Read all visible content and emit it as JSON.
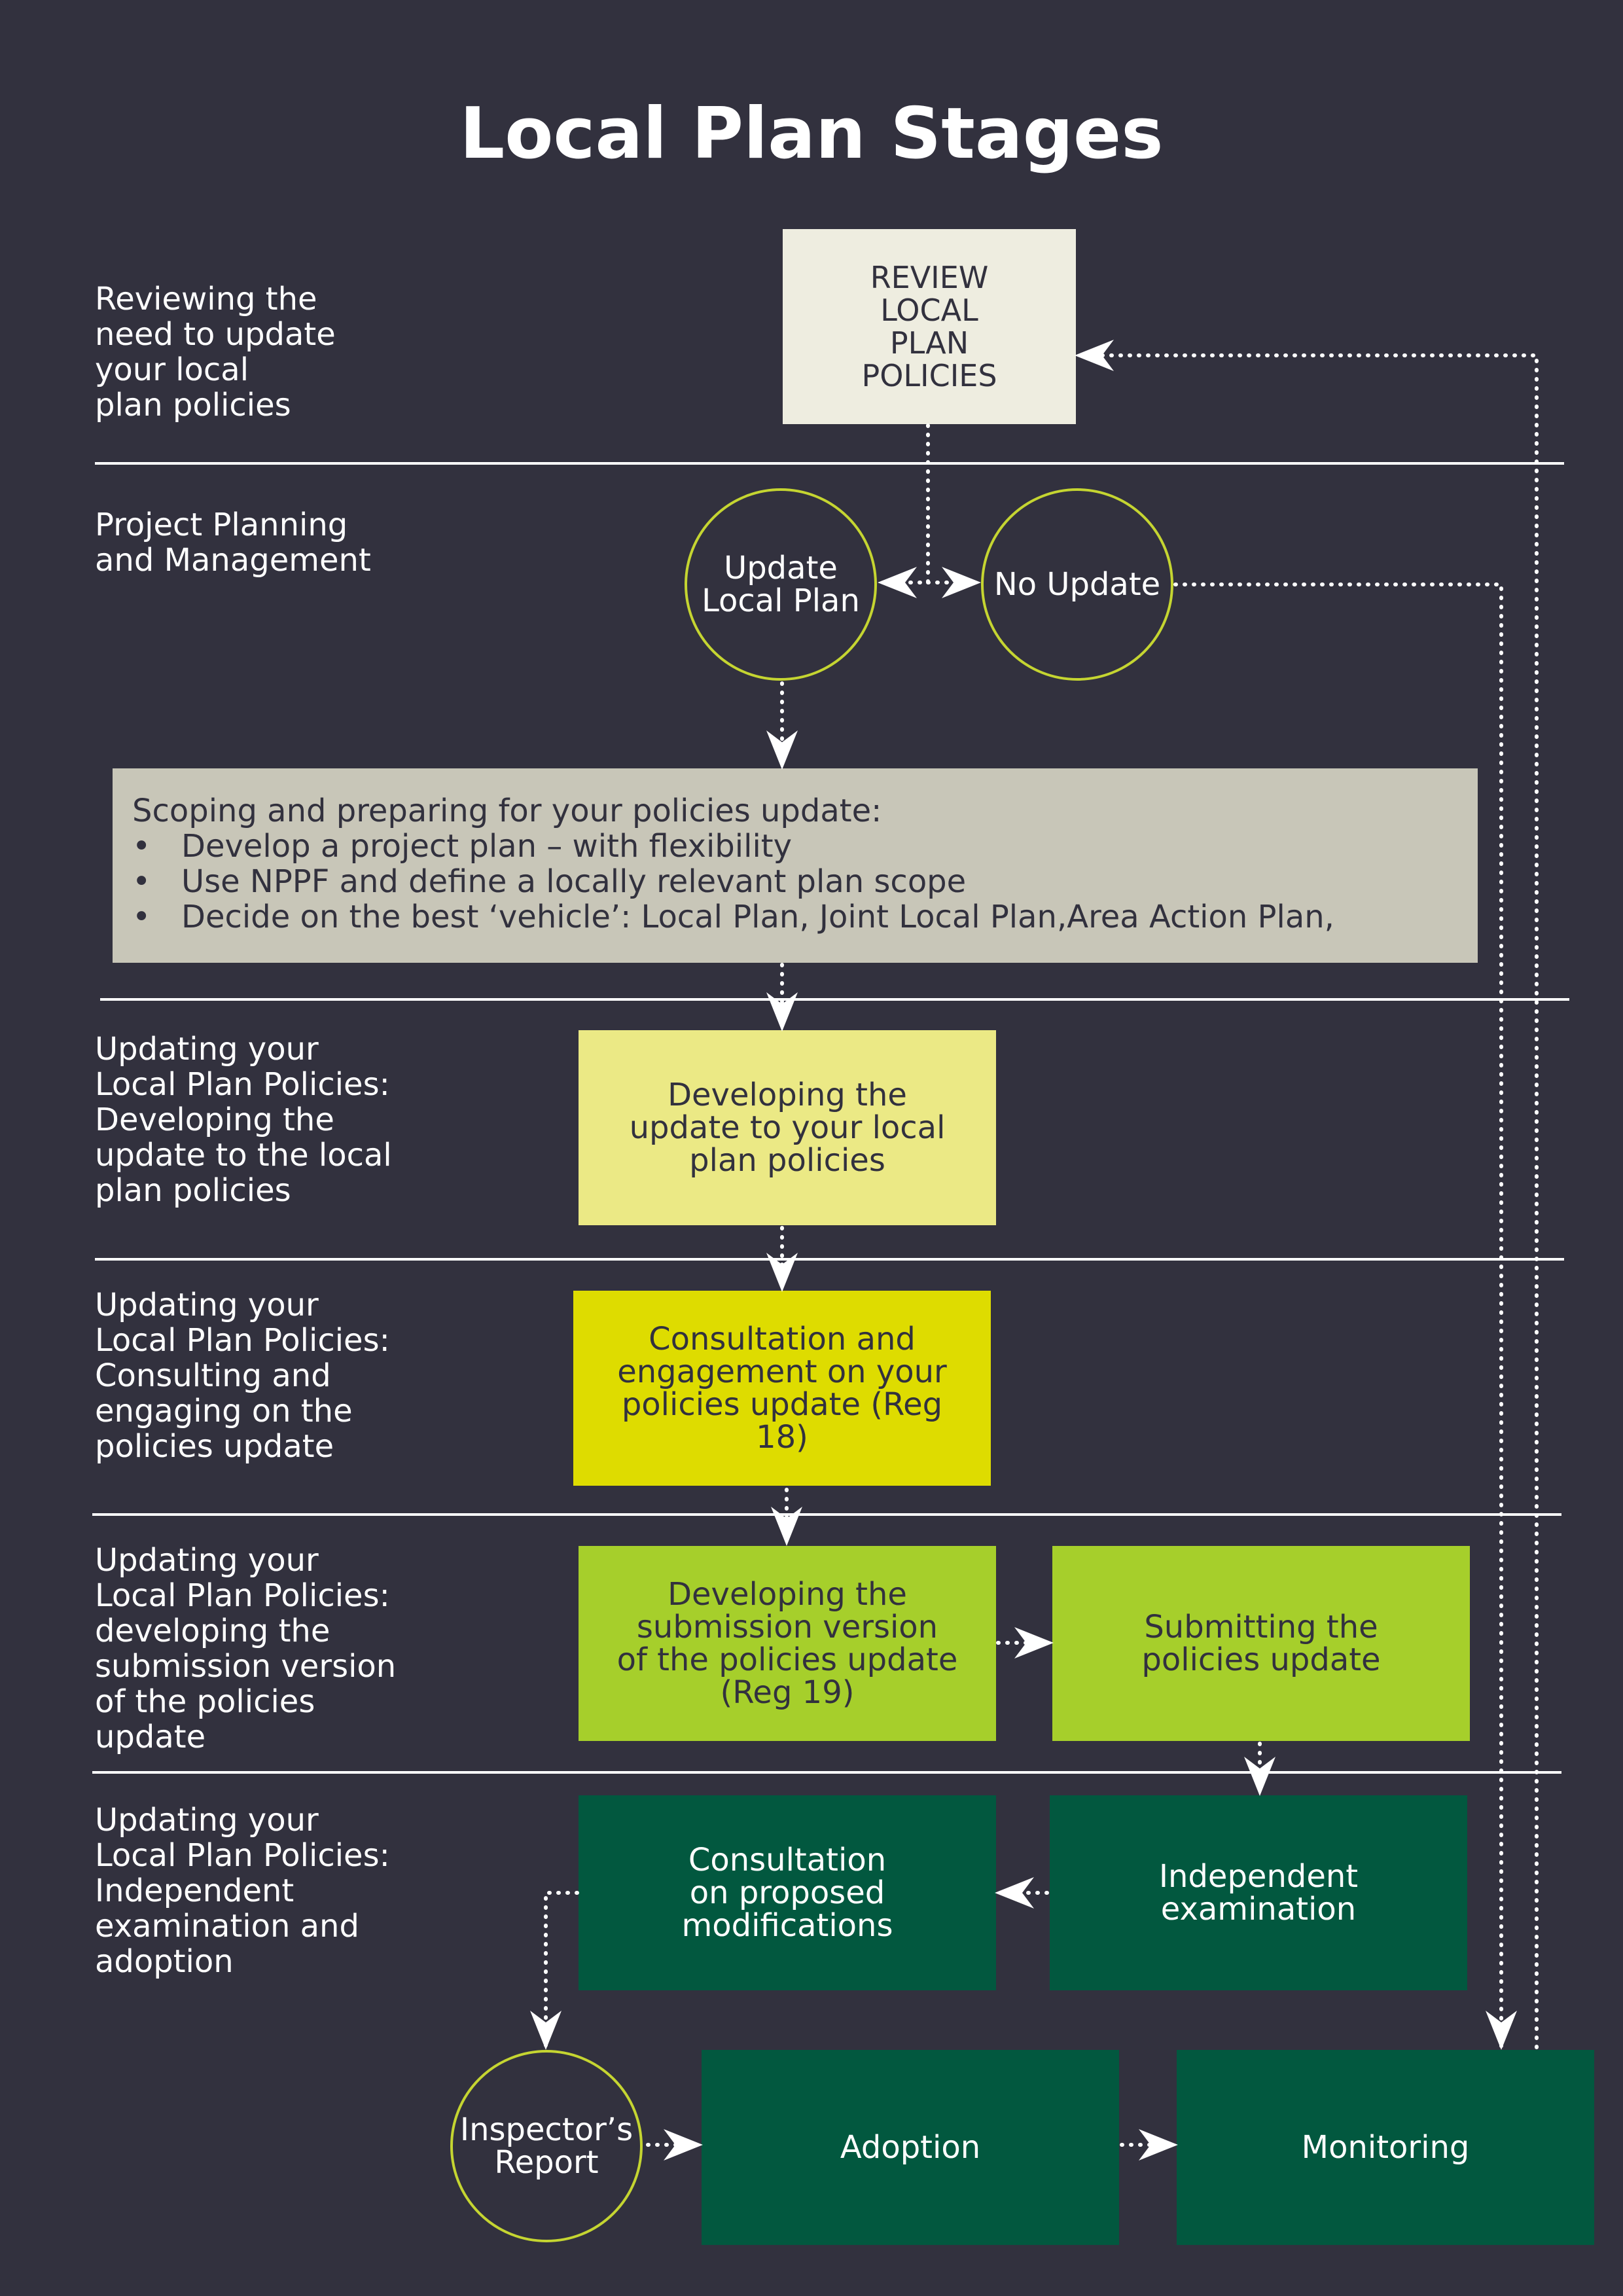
{
  "title": "Local Plan Stages",
  "colors": {
    "background": "#32313e",
    "review": "#eeede0",
    "scoping": "#c8c6b8",
    "developing": "#ebe985",
    "consultation_reg18": "#dedc00",
    "submission": "#a6cf2b",
    "examination": "#02583f",
    "circle_outline": "#c5d531"
  },
  "lanes": [
    "Reviewing the\nneed to update\nyour local\nplan policies",
    "Project Planning\nand Management",
    "Updating your\nLocal Plan Policies:\nDeveloping the\nupdate to the local\nplan policies",
    "Updating your\nLocal Plan Policies:\nConsulting and\nengaging on the\npolicies update",
    "Updating your\nLocal Plan Policies:\ndeveloping the\nsubmission version\nof the policies\nupdate",
    "Updating your\nLocal Plan Policies:\nIndependent\nexamination and\nadoption"
  ],
  "nodes": {
    "review": "REVIEW\nLOCAL\nPLAN\nPOLICIES",
    "update_local_plan": "Update\nLocal Plan",
    "no_update": "No Update",
    "scoping": {
      "heading": "Scoping and preparing for your policies update:",
      "bullets": [
        "Develop a project plan – with flexibility",
        "Use NPPF and define a locally relevant plan scope",
        "Decide on the best ‘vehicle’: Local Plan, Joint Local Plan,Area Action Plan,"
      ]
    },
    "developing_update": "Developing the\nupdate to your local\nplan policies",
    "consultation_reg18": "Consultation and\nengagement on your\npolicies update (Reg\n18)",
    "submission_version": "Developing the\nsubmission version\nof the policies update\n(Reg 19)",
    "submitting": "Submitting the\npolicies update",
    "independent_examination": "Independent\nexamination",
    "consultation_modifications": "Consultation\non proposed\nmodifications",
    "inspectors_report": "Inspector’s\nReport",
    "adoption": "Adoption",
    "monitoring": "Monitoring"
  },
  "edges": [
    [
      "review",
      "update_local_plan"
    ],
    [
      "review",
      "no_update"
    ],
    [
      "update_local_plan",
      "scoping"
    ],
    [
      "scoping",
      "developing_update"
    ],
    [
      "developing_update",
      "consultation_reg18"
    ],
    [
      "consultation_reg18",
      "submission_version"
    ],
    [
      "submission_version",
      "submitting"
    ],
    [
      "submitting",
      "independent_examination"
    ],
    [
      "independent_examination",
      "consultation_modifications"
    ],
    [
      "consultation_modifications",
      "inspectors_report"
    ],
    [
      "inspectors_report",
      "adoption"
    ],
    [
      "adoption",
      "monitoring"
    ],
    [
      "no_update",
      "monitoring"
    ],
    [
      "monitoring",
      "review"
    ]
  ]
}
